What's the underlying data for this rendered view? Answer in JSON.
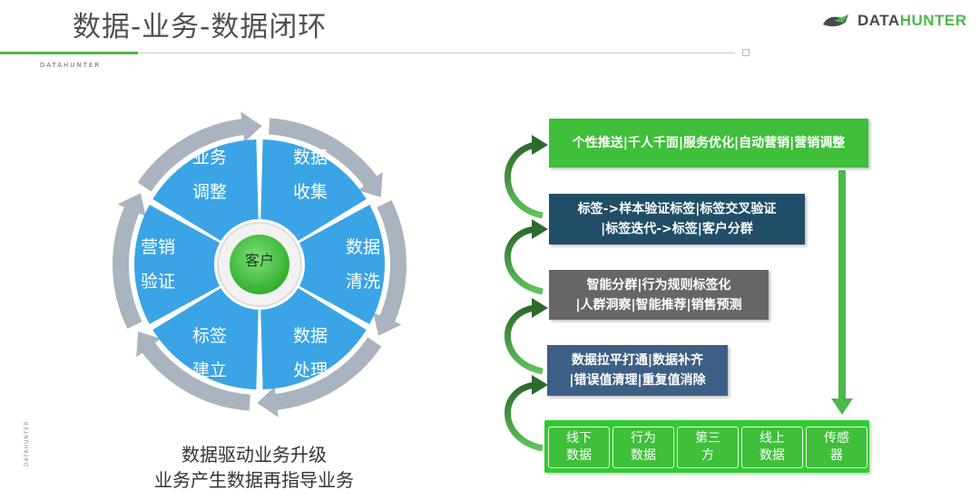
{
  "header": {
    "title": "数据-业务-数据闭环",
    "brand_small": "DATAHUNTER",
    "logo": {
      "part1": "DATA",
      "part2": "HUNTER",
      "icon": "datahunter-logo-icon"
    },
    "side_brand": "DATAHUNTER"
  },
  "colors": {
    "accent_green": "#4bb84a",
    "wheel_blue": "#3aa4e6",
    "ring_gray": "#a9b4bf",
    "box_green": "#3fbf3a",
    "box_navy": "#1f4e66",
    "box_gray": "#666666",
    "box_blue": "#3d5f86"
  },
  "wheel": {
    "center": "客户",
    "segments": [
      {
        "line1": "数据",
        "line2": "收集"
      },
      {
        "line1": "数据",
        "line2": "清洗"
      },
      {
        "line1": "数据",
        "line2": "处理"
      },
      {
        "line1": "标签",
        "line2": "建立"
      },
      {
        "line1": "营销",
        "line2": "验证"
      },
      {
        "line1": "业务",
        "line2": "调整"
      }
    ]
  },
  "caption": {
    "line1": "数据驱动业务升级",
    "line2": "业务产生数据再指导业务"
  },
  "steps": [
    {
      "text": "个性推送|千人千面|服务优化|自动营销|营销调整"
    },
    {
      "text": "标签->样本验证标签|标签交叉验证\n|标签迭代->标签|客户分群"
    },
    {
      "text": "智能分群|行为规则标签化\n|人群洞察|智能推荐|销售预测"
    },
    {
      "text": "数据拉平打通|数据补齐\n|错误值清理|重复值消除"
    }
  ],
  "sources": [
    {
      "text": "线下\n数据"
    },
    {
      "text": "行为\n数据"
    },
    {
      "text": "第三\n方"
    },
    {
      "text": "线上\n数据"
    },
    {
      "text": "传感\n器"
    }
  ]
}
